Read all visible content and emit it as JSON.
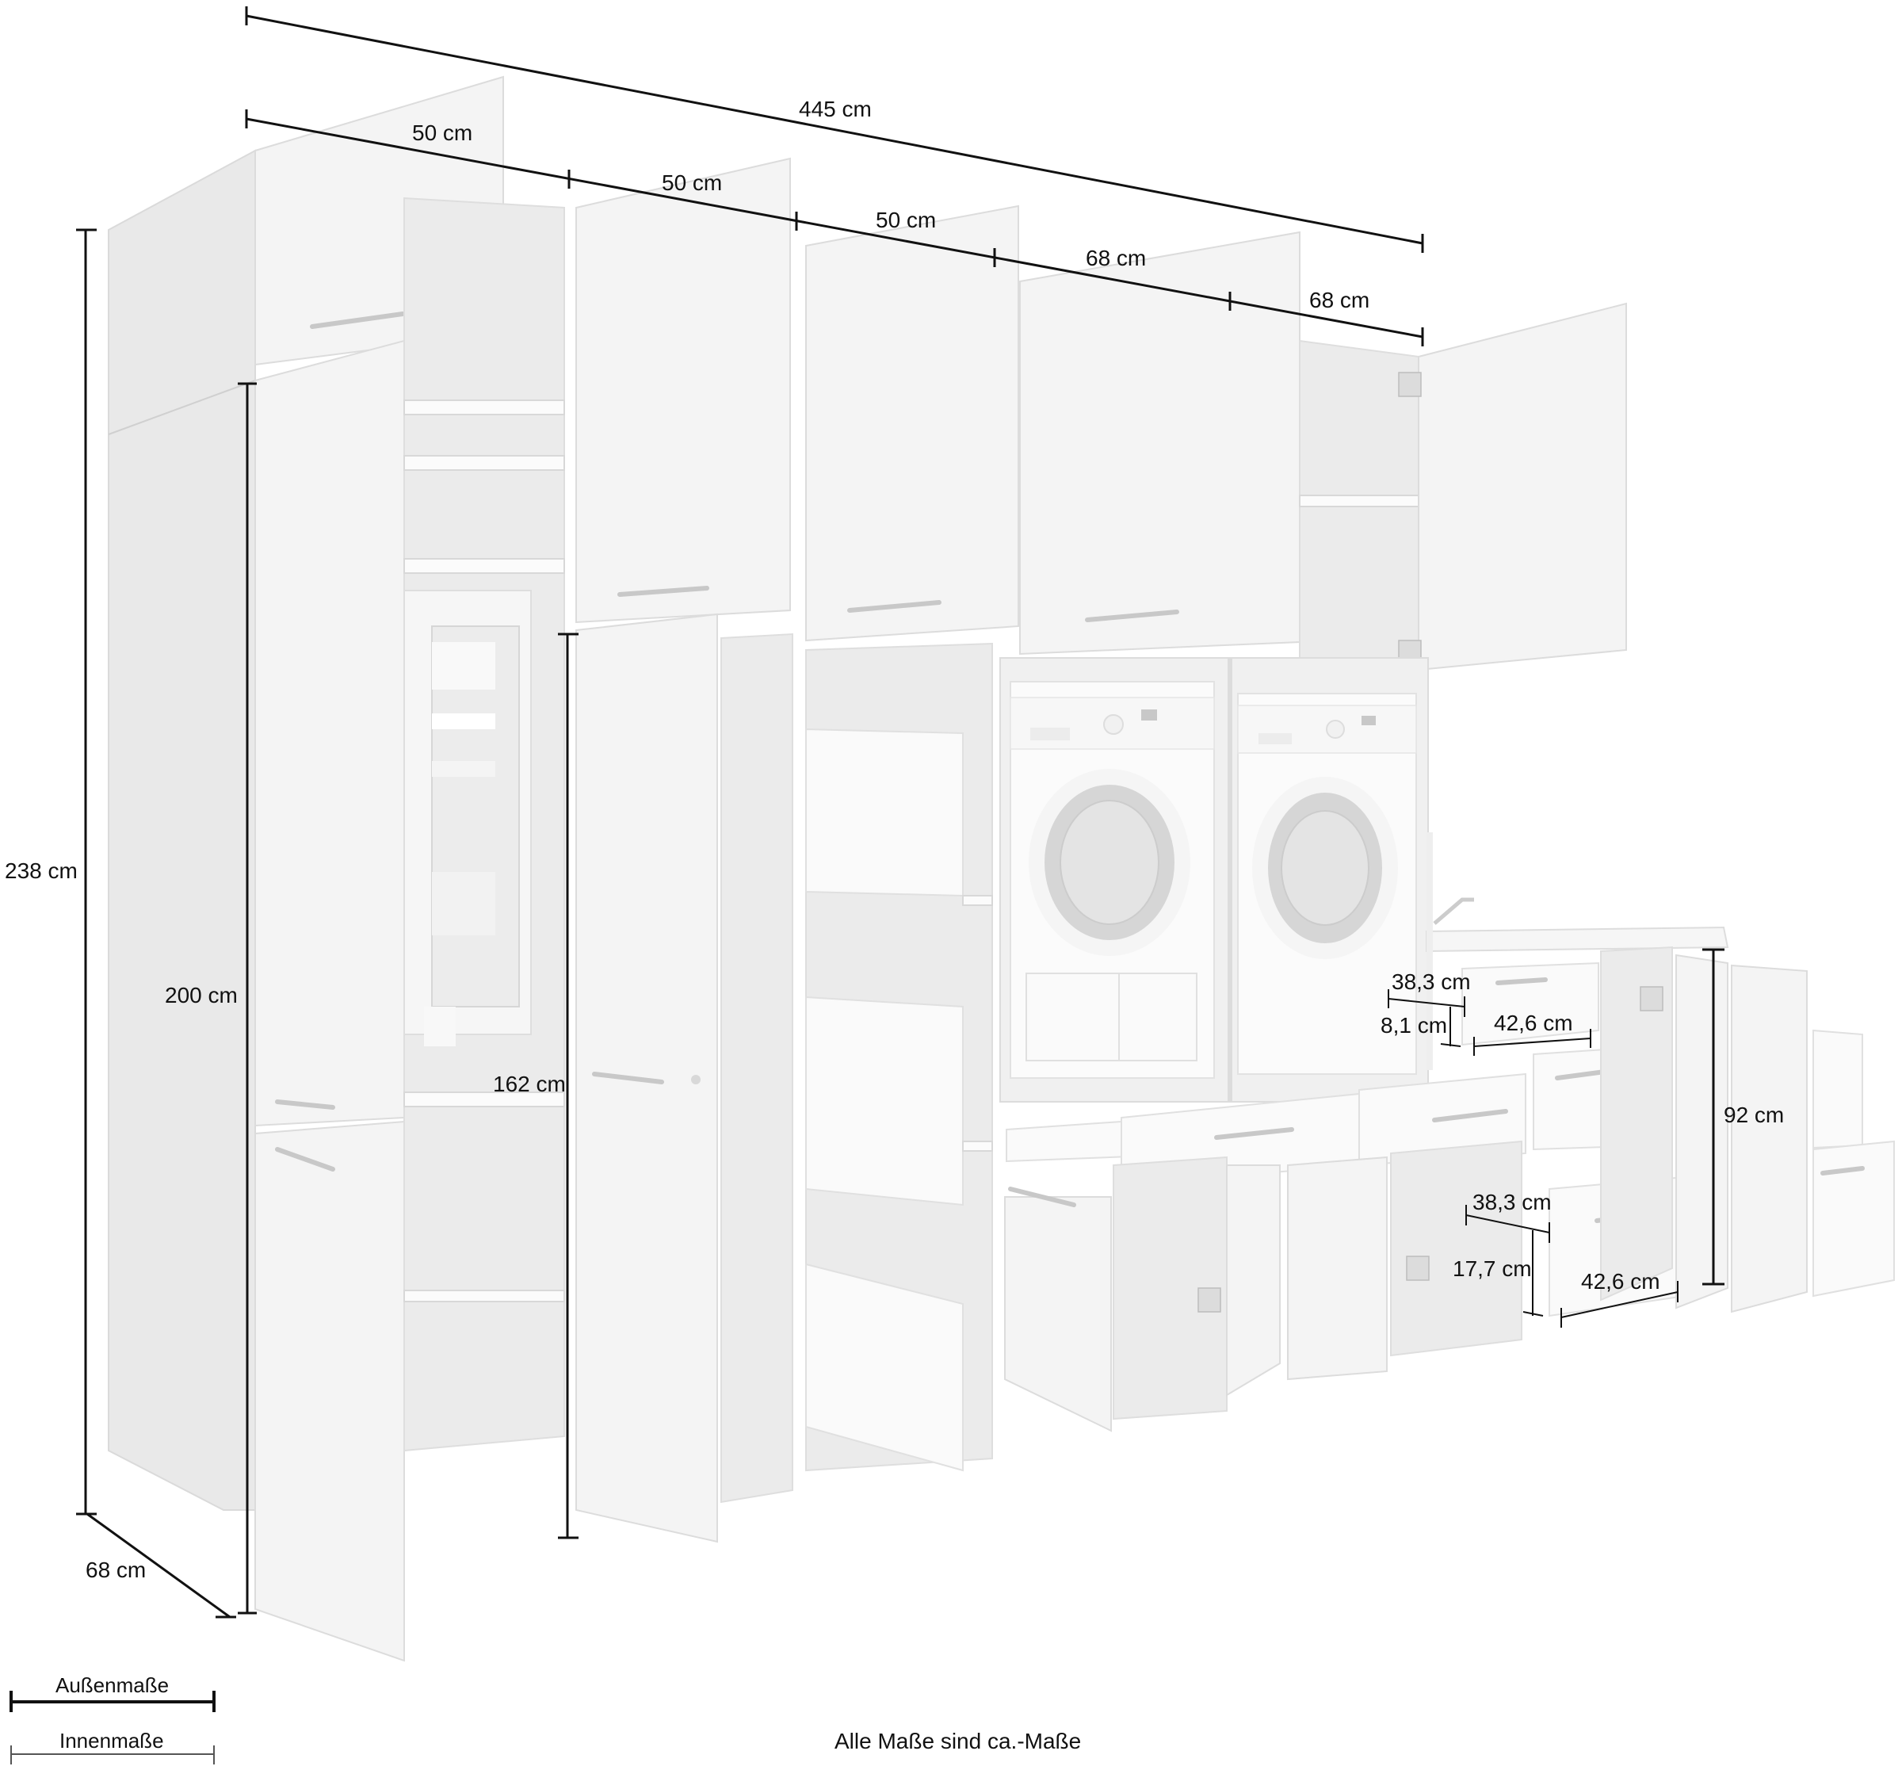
{
  "diagram": {
    "subject": "Laundry room furniture set with tall cabinets, fridge housing, washer and dryer niche, sink base and drawer units",
    "colors": {
      "background": "#ffffff",
      "dimension_line": "#111111",
      "furniture": "#f4f4f4",
      "interior": "#ebebeb"
    }
  },
  "dimensions": {
    "total_width": "445 cm",
    "modules": [
      {
        "label": "50 cm"
      },
      {
        "label": "50 cm"
      },
      {
        "label": "50 cm"
      },
      {
        "label": "68 cm"
      },
      {
        "label": "68 cm"
      }
    ],
    "total_height": "238 cm",
    "tall_unit_height": "200 cm",
    "inner_height": "162 cm",
    "depth": "68 cm",
    "base_height": "92 cm",
    "drawer_small": {
      "depth": "38,3 cm",
      "height": "8,1 cm",
      "width": "42,6 cm"
    },
    "drawer_large": {
      "depth": "38,3 cm",
      "height": "17,7 cm",
      "width": "42,6 cm"
    }
  },
  "legend": {
    "outer": "Außenmaße",
    "inner": "Innenmaße"
  },
  "footnote": "Alle Maße sind ca.-Maße"
}
